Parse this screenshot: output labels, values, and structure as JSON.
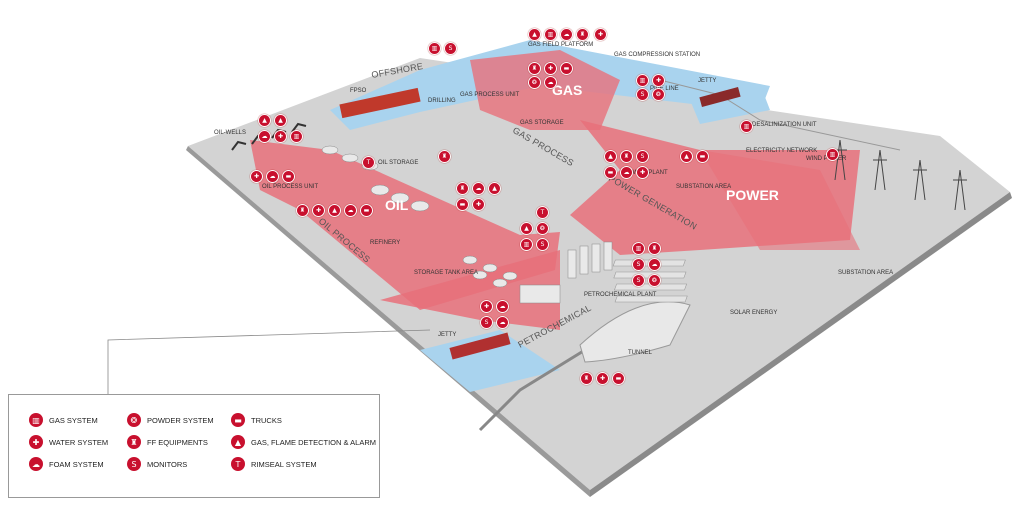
{
  "areas": {
    "offshore": "OFFSHORE",
    "gas": "GAS",
    "oil": "OIL",
    "power": "POWER",
    "gas_process": "GAS PROCESS",
    "power_generation": "POWER GENERATION",
    "oil_process": "OIL PROCESS",
    "petrochemical": "PETROCHEMICAL"
  },
  "facilities": {
    "gas_field_platform": "GAS FIELD PLATFORM",
    "gas_compression_station": "GAS COMPRESSION STATION",
    "jetty_top": "JETTY",
    "pipe_line": "PIPE LINE",
    "fpso": "FPSO",
    "drilling": "DRILLING",
    "gas_process_unit": "GAS PROCESS UNIT",
    "gas_storage": "GAS STORAGE",
    "desalinization_unit": "DESALINIZATION UNIT",
    "electricity_network": "ELECTRICITY NETWORK",
    "wind_power": "WIND POWER",
    "oil_wells": "OIL-WELLS",
    "oil_storage": "OIL STORAGE",
    "oil_process_unit": "OIL PROCESS UNIT",
    "refinery": "REFINERY",
    "power_plant": "POWER PLANT",
    "substation_area_mid": "SUBSTATION AREA",
    "storage_tank_area": "STORAGE TANK AREA",
    "petrochemical_plant": "PETROCHEMICAL PLANT",
    "jetty_bottom": "JETTY",
    "tunnel": "TUNNEL",
    "solar_energy": "SOLAR ENERGY",
    "substation_area_right": "SUBSTATION AREA"
  },
  "legend": [
    {
      "label": "GAS SYSTEM",
      "icon": "gas-system-icon",
      "glyph": "▥"
    },
    {
      "label": "WATER SYSTEM",
      "icon": "water-system-icon",
      "glyph": "✚"
    },
    {
      "label": "FOAM SYSTEM",
      "icon": "foam-system-icon",
      "glyph": "☁"
    },
    {
      "label": "POWDER SYSTEM",
      "icon": "powder-system-icon",
      "glyph": "❂"
    },
    {
      "label": "FF EQUIPMENTS",
      "icon": "ff-equipments-icon",
      "glyph": "♜"
    },
    {
      "label": "MONITORS",
      "icon": "monitors-icon",
      "glyph": "S"
    },
    {
      "label": "TRUCKS",
      "icon": "trucks-icon",
      "glyph": "▬"
    },
    {
      "label": "GAS, FLAME DETECTION & ALARM",
      "icon": "alarm-icon",
      "glyph": "▲"
    },
    {
      "label": "RIMSEAL SYSTEM",
      "icon": "rimseal-system-icon",
      "glyph": "T"
    }
  ],
  "colors": {
    "accent": "#c8102e",
    "ground": "#cfcfcf",
    "water": "#a9d3ee",
    "arrow": "#e8707a"
  }
}
